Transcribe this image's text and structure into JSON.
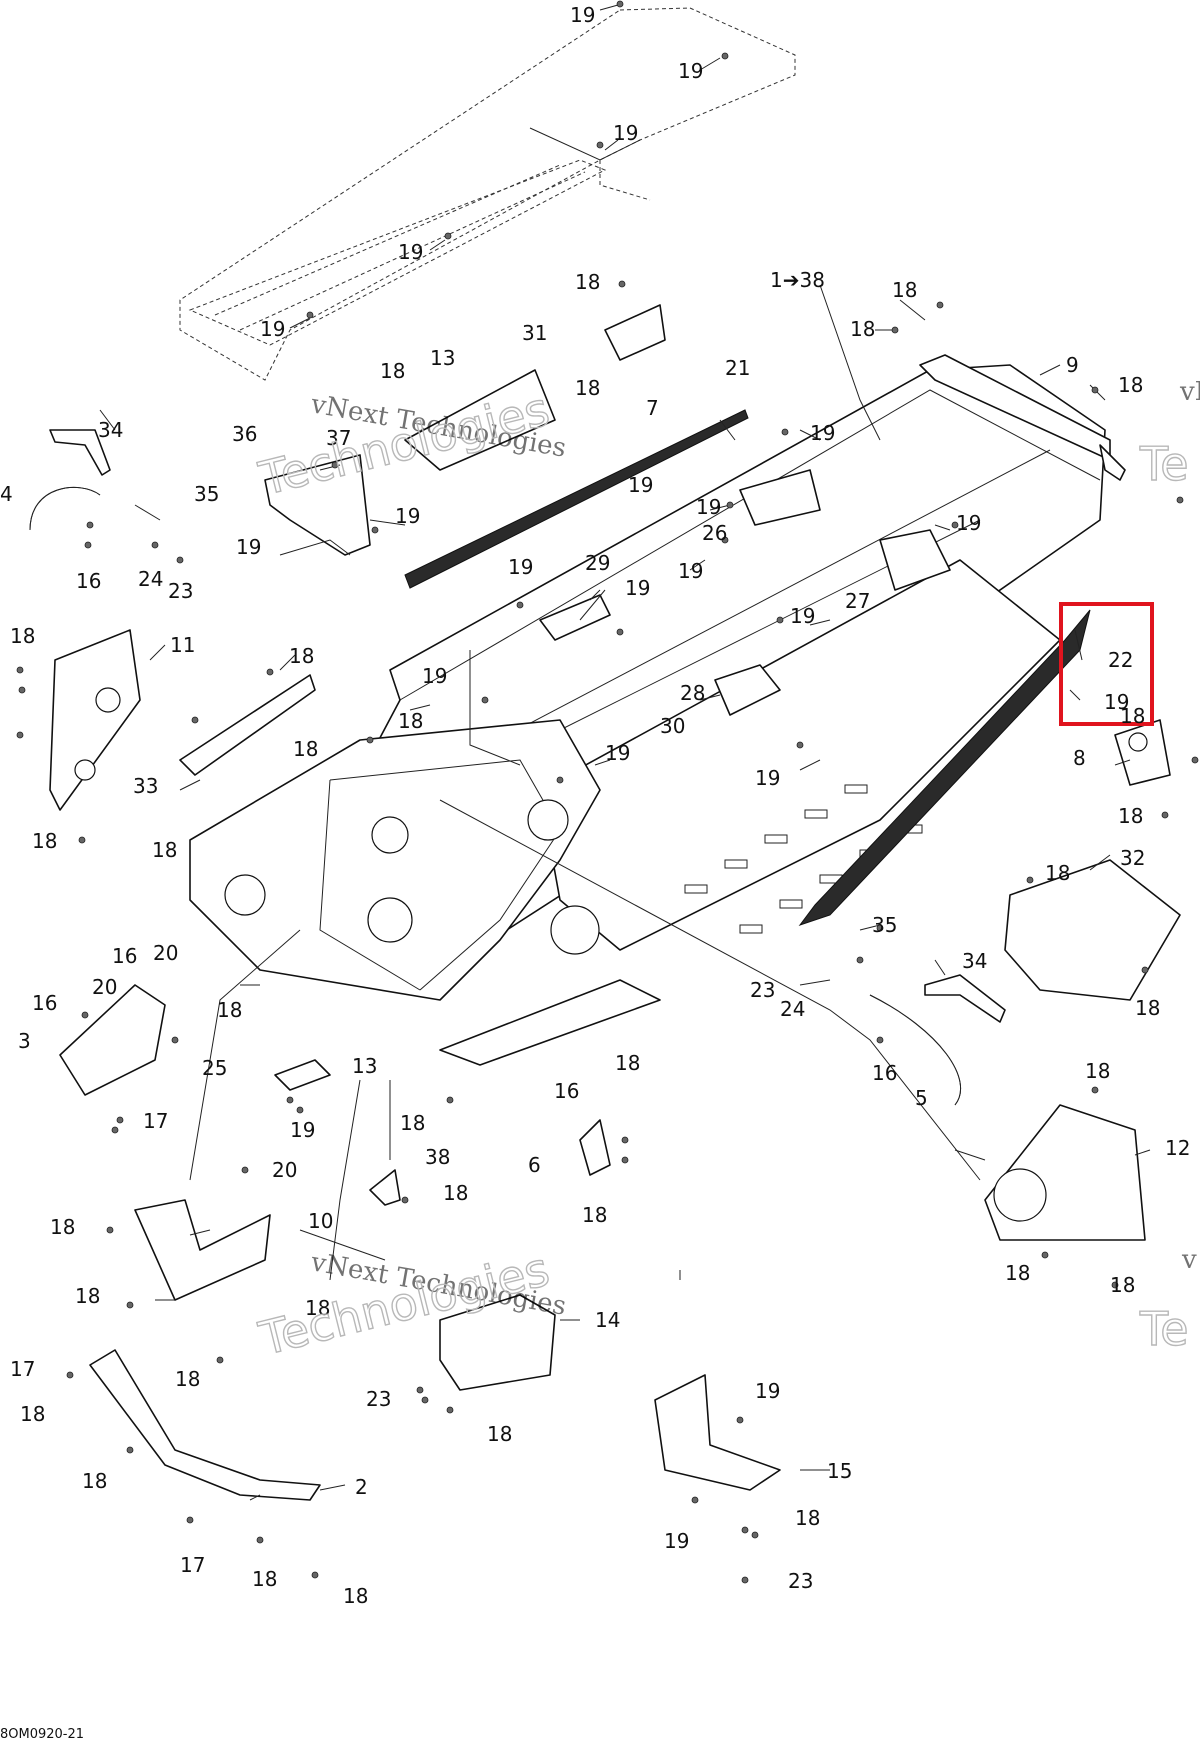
{
  "diagram": {
    "highlight_color": "#e0141e",
    "watermark": "vNext Technologies",
    "watermark_outline": "Technologies",
    "watermark_edge_top": "vN",
    "watermark_edge_mid": "Te",
    "watermark_edge_low": "v",
    "watermark_edge_bottom": "Te",
    "ref_code": "8OM0920-21",
    "callouts": {
      "c19a": "19",
      "c19b": "19",
      "c19c": "19",
      "c19d": "19",
      "c19e": "19",
      "c18a": "18",
      "c138": "1➔38",
      "c18b": "18",
      "c18c": "18",
      "c31": "31",
      "c18d": "18",
      "c13a": "13",
      "c18e": "18",
      "c7": "7",
      "c9": "9",
      "c18f": "18",
      "c21": "21",
      "c34a": "34",
      "c36": "36",
      "c37": "37",
      "c19f": "19",
      "c4": "4",
      "c35a": "35",
      "c19g": "19",
      "c19h": "19",
      "c26": "26",
      "c19i": "19",
      "c19j": "19",
      "c16a": "16",
      "c24a": "24",
      "c23a": "23",
      "c29": "29",
      "c19k": "19",
      "c19l": "19",
      "c19m": "19",
      "c27": "27",
      "c19n": "19",
      "c22": "22",
      "c19o": "19",
      "c18g": "18",
      "c11": "11",
      "c18h": "18",
      "c19p": "19",
      "c28": "28",
      "c30": "30",
      "c18i": "18",
      "c18j": "18",
      "c19q": "19",
      "c8": "8",
      "c33": "33",
      "c19r": "19",
      "c18k": "18",
      "c18l": "18",
      "c18m": "18",
      "c32": "32",
      "c35b": "35",
      "c16b": "16",
      "c20a": "20",
      "c20b": "20",
      "c16c": "16",
      "c23b": "23",
      "c34b": "34",
      "c24b": "24",
      "c3": "3",
      "c18n": "18",
      "c25": "25",
      "c16d": "16",
      "c13b": "13",
      "c18o": "18",
      "c16e": "16",
      "c18p": "18",
      "c17a": "17",
      "c19s": "19",
      "c5": "5",
      "c18q": "18",
      "c12": "12",
      "c6": "6",
      "c20c": "20",
      "c38": "38",
      "c18r": "18",
      "c10": "10",
      "c18s": "18",
      "c18t": "18",
      "c19t": "19",
      "c18u": "18",
      "c18v": "18",
      "c18w": "18",
      "c14": "14",
      "c18x": "18",
      "c17b": "17",
      "c23c": "23",
      "c18y": "18",
      "c18z": "18",
      "c19u": "19",
      "c2": "2",
      "c15": "15",
      "c18aa": "18",
      "c17c": "17",
      "c19v": "19",
      "c18ab": "18",
      "c23d": "23",
      "c18ac": "18"
    }
  }
}
